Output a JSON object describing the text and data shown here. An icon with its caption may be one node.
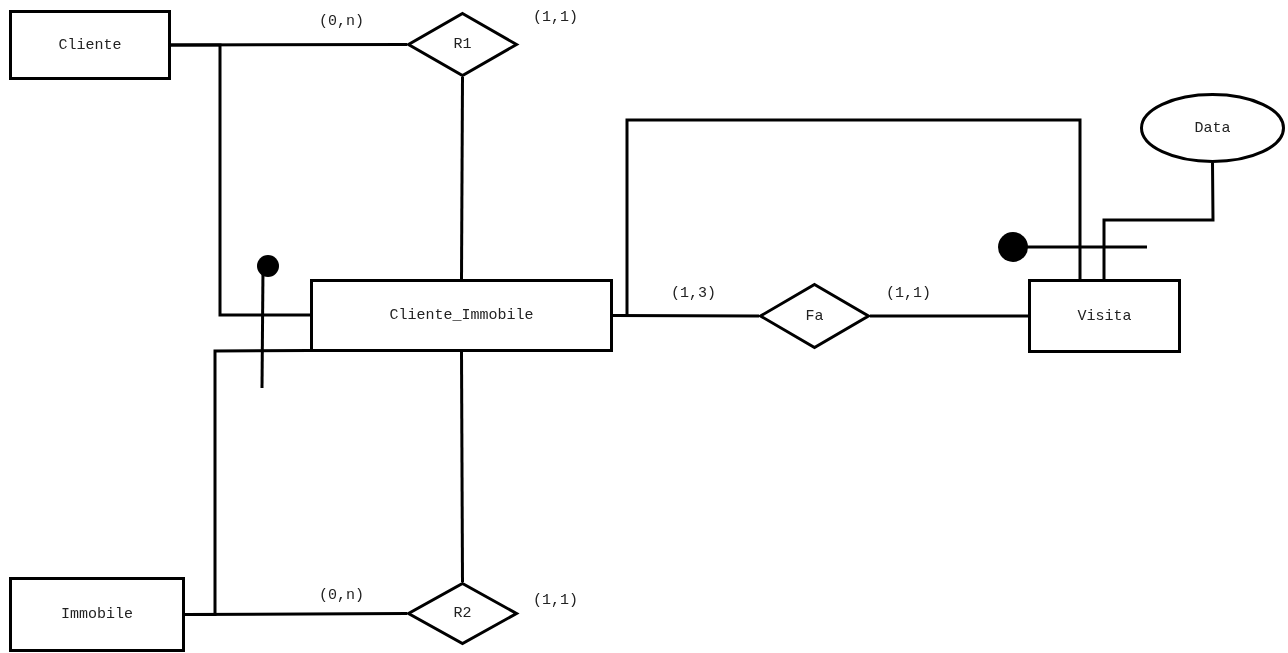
{
  "diagram": {
    "nodes": [
      {
        "text": [
          "Cliente"
        ]
      },
      {
        "text": [
          "R1"
        ],
        "beside": [
          "(1,1)"
        ]
      },
      {
        "text": [
          "Data"
        ]
      },
      {
        "text": [
          "Cliente_Immobile"
        ]
      },
      {
        "text": [
          "Fa"
        ]
      },
      {
        "text": [
          "Visita"
        ]
      },
      {
        "text": [
          "Immobile"
        ]
      },
      {
        "text": [
          "R2"
        ],
        "beside": [
          "(1,1)"
        ]
      }
    ],
    "edges": [
      {
        "from": 0,
        "to": 1,
        "arrow": "none",
        "label": "(0,n)"
      },
      {
        "from": 1,
        "to": 3,
        "arrow": "none"
      },
      {
        "from": 0,
        "to": 3,
        "arrow": "none"
      },
      {
        "from": 3,
        "to": 4,
        "arrow": "none",
        "label": "(1,3)"
      },
      {
        "from": 4,
        "to": 5,
        "arrow": "none",
        "label": "(1,1)"
      },
      {
        "from": 3,
        "to": 5,
        "arrow": "none"
      },
      {
        "from": 2,
        "to": 5,
        "arrow": "none"
      },
      {
        "from": 6,
        "to": 3,
        "arrow": "none"
      },
      {
        "from": 6,
        "to": 7,
        "arrow": "none",
        "label": "(0,n)"
      },
      {
        "from": 7,
        "to": 3,
        "arrow": "none"
      }
    ]
  }
}
